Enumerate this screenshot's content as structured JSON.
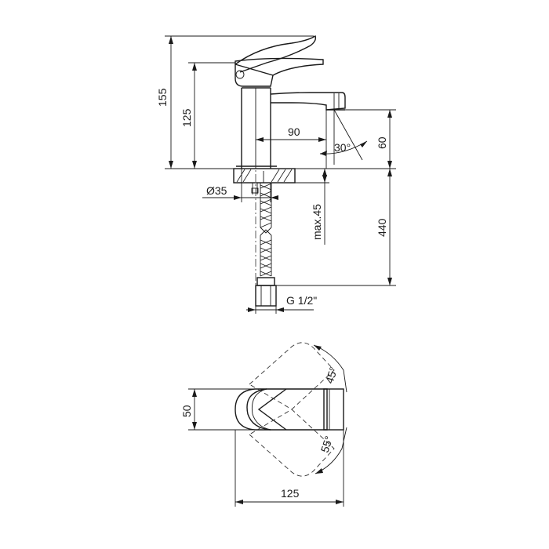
{
  "side_view": {
    "dims": {
      "total_height": "155",
      "body_height": "125",
      "spout_reach": "90",
      "spout_angle": "30°",
      "spout_clearance": "60",
      "base_diameter": "Ø35",
      "max_deck": "max.45",
      "hose_length": "440",
      "thread": "G 1/2\""
    }
  },
  "top_view": {
    "dims": {
      "width": "50",
      "length": "125",
      "angle_left": "45°",
      "angle_right": "55°"
    }
  }
}
